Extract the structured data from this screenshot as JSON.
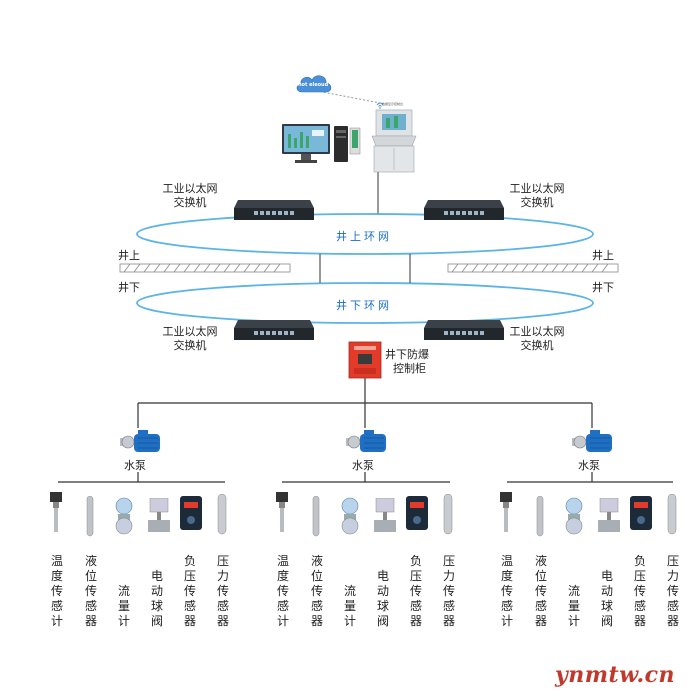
{
  "cloud": {
    "label": "hot eleoud"
  },
  "console": {
    "label": "数据显示控制台"
  },
  "switches": {
    "label_line1": "工业以太网",
    "label_line2": "交换机"
  },
  "rings": {
    "upper": "井上环网",
    "lower": "井下环网"
  },
  "levels": {
    "above": "井上",
    "below": "井下"
  },
  "cabinet": {
    "line1": "井下防爆",
    "line2": "控制柜"
  },
  "pump_label": "水泵",
  "sensors": [
    {
      "name": "温度传感计"
    },
    {
      "name": "液位传感器"
    },
    {
      "name": "流量计"
    },
    {
      "name": "电动球阀"
    },
    {
      "name": "负压传感器"
    },
    {
      "name": "压力传感器"
    }
  ],
  "watermark": "ynmtw.cn",
  "colors": {
    "ring": "#5ab4e6",
    "line": "#333333",
    "cabinet": "#e23b2a",
    "pump": "#1f6fc4"
  }
}
